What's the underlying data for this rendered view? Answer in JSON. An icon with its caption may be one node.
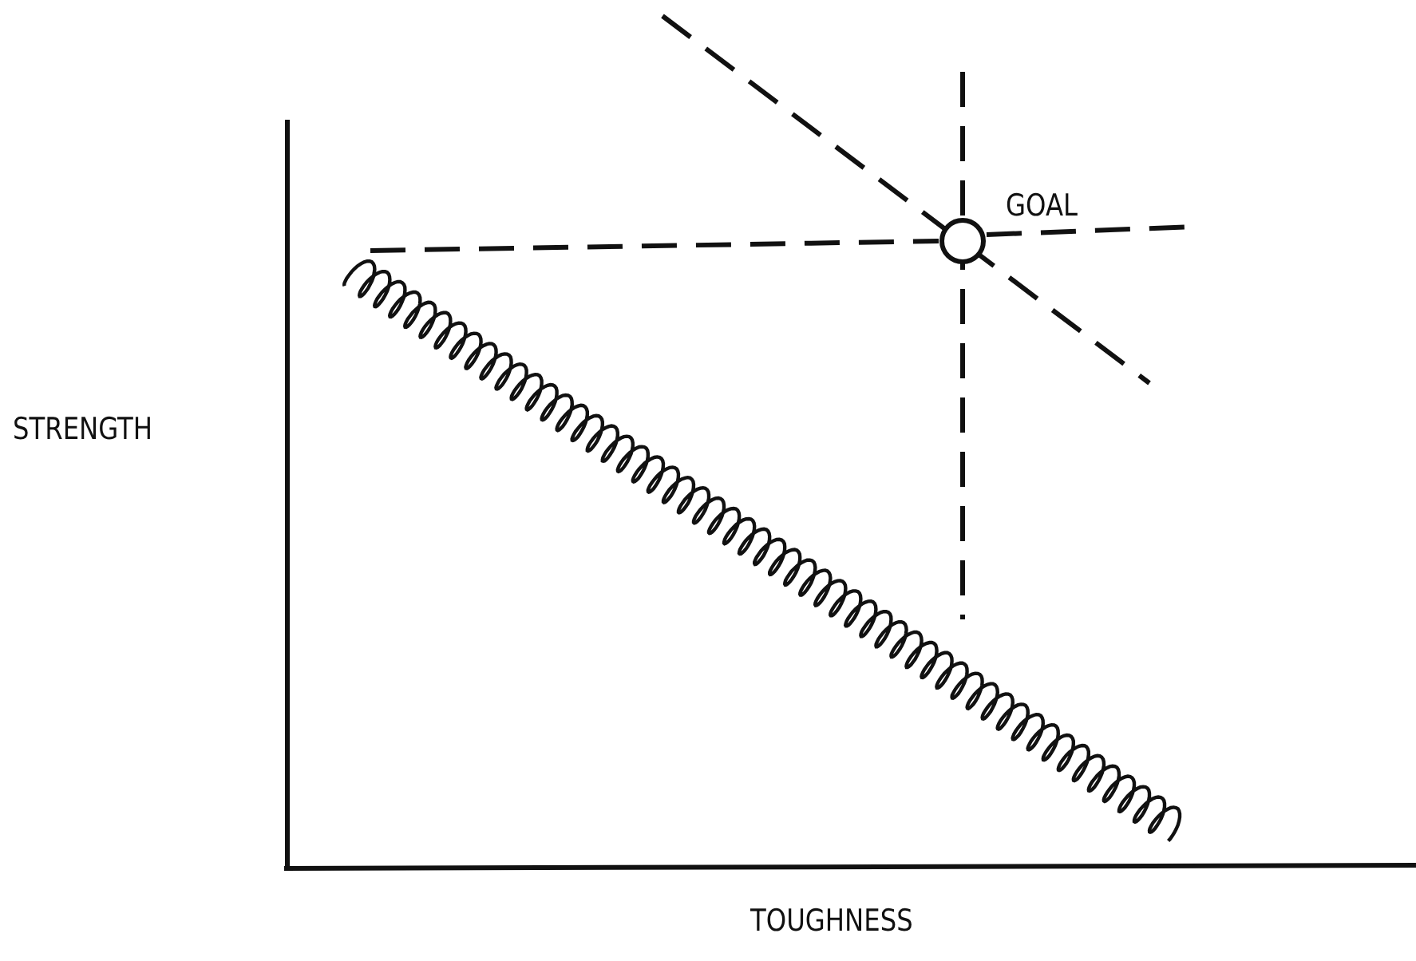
{
  "diagram": {
    "labels": [
      "GOAL",
      "STRENGTH",
      "TOUGHNESS"
    ]
  }
}
